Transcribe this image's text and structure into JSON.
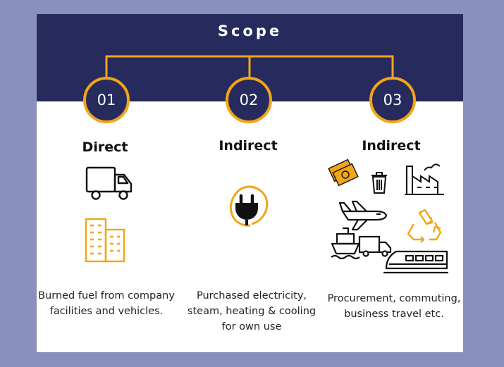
{
  "title": "Scope",
  "colors": {
    "page_background": "#8a90bd",
    "header_background": "#272a5c",
    "accent": "#f2a516"
  },
  "columns": [
    {
      "number": "01",
      "heading": "Direct",
      "icons": [
        "delivery-truck-icon",
        "office-building-icon"
      ],
      "description": "Burned fuel from company facilities and vehicles."
    },
    {
      "number": "02",
      "heading": "Indirect",
      "icons": [
        "electric-plug-icon"
      ],
      "description": "Purchased electricity, steam, heating & cooling for own use"
    },
    {
      "number": "03",
      "heading": "Indirect",
      "icons": [
        "money-icon",
        "trash-bin-icon",
        "factory-icon",
        "airplane-icon",
        "recycle-icon",
        "ship-icon",
        "truck-icon",
        "train-icon"
      ],
      "description": "Procurement, commuting, business travel etc."
    }
  ]
}
